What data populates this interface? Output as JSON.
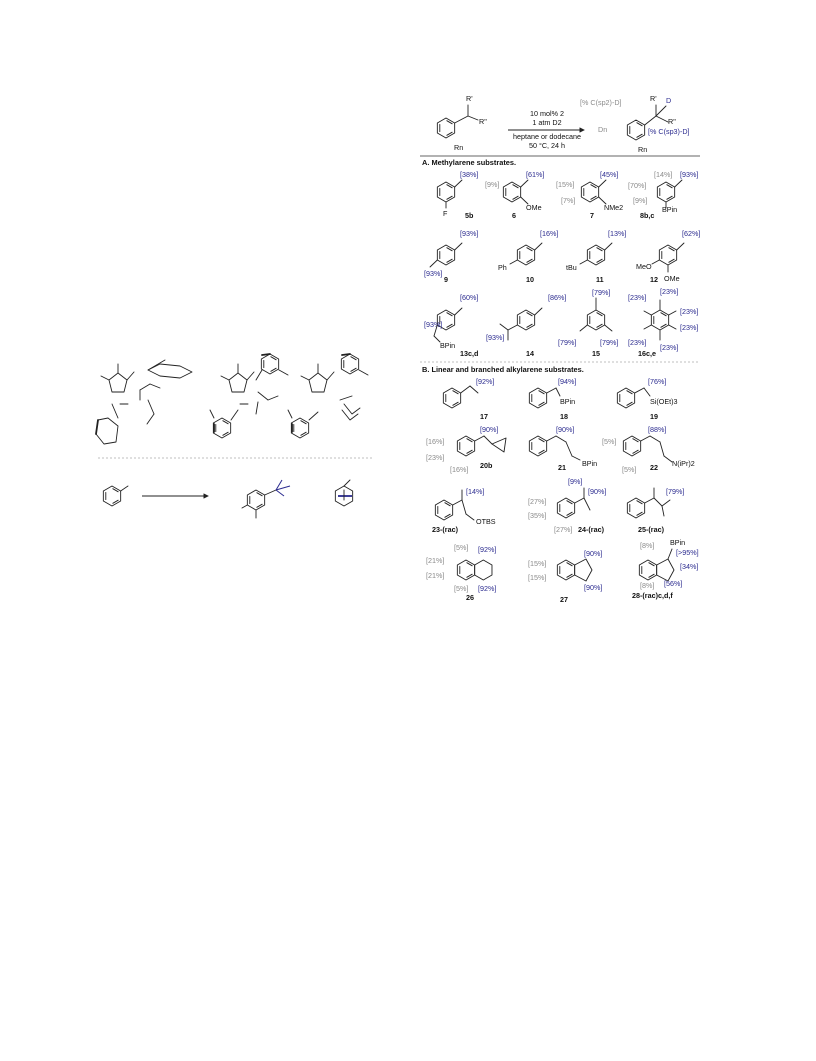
{
  "scheme": {
    "condition_1": "10 mol% 2",
    "condition_2": "1 atm D2",
    "condition_3": "heptane or dodecane",
    "condition_4": "50 °C, 24 h",
    "sub_rprime": "R'",
    "sub_rdprime": "R\"",
    "sub_rn": "Rn",
    "prod_sp2_label": "[% C(sp2)-D]",
    "prod_sp3_label": "[% C(sp3)-D]",
    "prod_d": "D",
    "prod_dn": "Dn"
  },
  "sections": {
    "a_title": "A. Methylarene substrates.",
    "b_title": "B. Linear and branched alkylarene substrates."
  },
  "compounds": [
    {
      "id": "5",
      "label": "5b",
      "sub": "F",
      "values": [
        "[38%]"
      ]
    },
    {
      "id": "6",
      "label": "6",
      "sub": "OMe",
      "values": [
        "[61%]",
        "[9%]"
      ]
    },
    {
      "id": "7",
      "label": "7",
      "sub": "NMe2",
      "values": [
        "[45%]",
        "[15%]",
        "[7%]"
      ]
    },
    {
      "id": "8",
      "label": "8b,c",
      "sub": "BPin",
      "values": [
        "[14%]",
        "[93%]",
        "[70%]",
        "[9%]"
      ]
    },
    {
      "id": "9",
      "label": "9",
      "values": [
        "[93%]",
        "[93%]"
      ]
    },
    {
      "id": "10",
      "label": "10",
      "sub": "Ph",
      "values": [
        "[16%]"
      ]
    },
    {
      "id": "11",
      "label": "11",
      "sub": "tBu",
      "values": [
        "[13%]"
      ]
    },
    {
      "id": "12",
      "label": "12",
      "sub": "MeO",
      "sub2": "OMe",
      "values": [
        "[62%]"
      ]
    },
    {
      "id": "13",
      "label": "13c,d",
      "sub": "BPin",
      "values": [
        "[60%]",
        "[93%]"
      ]
    },
    {
      "id": "14",
      "label": "14",
      "values": [
        "[86%]",
        "[93%]"
      ]
    },
    {
      "id": "15",
      "label": "15",
      "values": [
        "[79%]",
        "[79%]",
        "[79%]"
      ]
    },
    {
      "id": "16",
      "label": "16c,e",
      "values": [
        "[23%]",
        "[23%]",
        "[23%]",
        "[23%]",
        "[23%]",
        "[23%]"
      ]
    },
    {
      "id": "17",
      "label": "17",
      "values": [
        "[92%]"
      ]
    },
    {
      "id": "18",
      "label": "18",
      "sub": "BPin",
      "values": [
        "[94%]"
      ]
    },
    {
      "id": "19",
      "label": "19",
      "sub": "Si(OEt)3",
      "values": [
        "[76%]"
      ]
    },
    {
      "id": "20",
      "label": "20b",
      "values": [
        "[90%]",
        "[16%]",
        "[23%]",
        "[16%]"
      ]
    },
    {
      "id": "21",
      "label": "21",
      "sub": "BPin",
      "values": [
        "[90%]"
      ]
    },
    {
      "id": "22",
      "label": "22",
      "sub": "N(iPr)2",
      "values": [
        "[88%]",
        "[5%]",
        "[5%]"
      ]
    },
    {
      "id": "23",
      "label": "23-(rac)",
      "sub": "OTBS",
      "values": [
        "[14%]"
      ]
    },
    {
      "id": "24",
      "label": "24-(rac)",
      "values": [
        "[9%]",
        "[90%]",
        "[27%]",
        "[35%]",
        "[27%]"
      ]
    },
    {
      "id": "25",
      "label": "25-(rac)",
      "values": [
        "[79%]"
      ]
    },
    {
      "id": "26",
      "label": "26",
      "values": [
        "[5%]",
        "[92%]",
        "[21%]",
        "[21%]",
        "[5%]",
        "[92%]"
      ]
    },
    {
      "id": "27",
      "label": "27",
      "values": [
        "[90%]",
        "[15%]",
        "[15%]",
        "[90%]"
      ]
    },
    {
      "id": "28",
      "label": "28-(rac)c,d,f",
      "sub": "BPin",
      "values": [
        "[8%]",
        "[>95%]",
        "[34%]",
        "[8%]",
        "[56%]"
      ]
    }
  ]
}
